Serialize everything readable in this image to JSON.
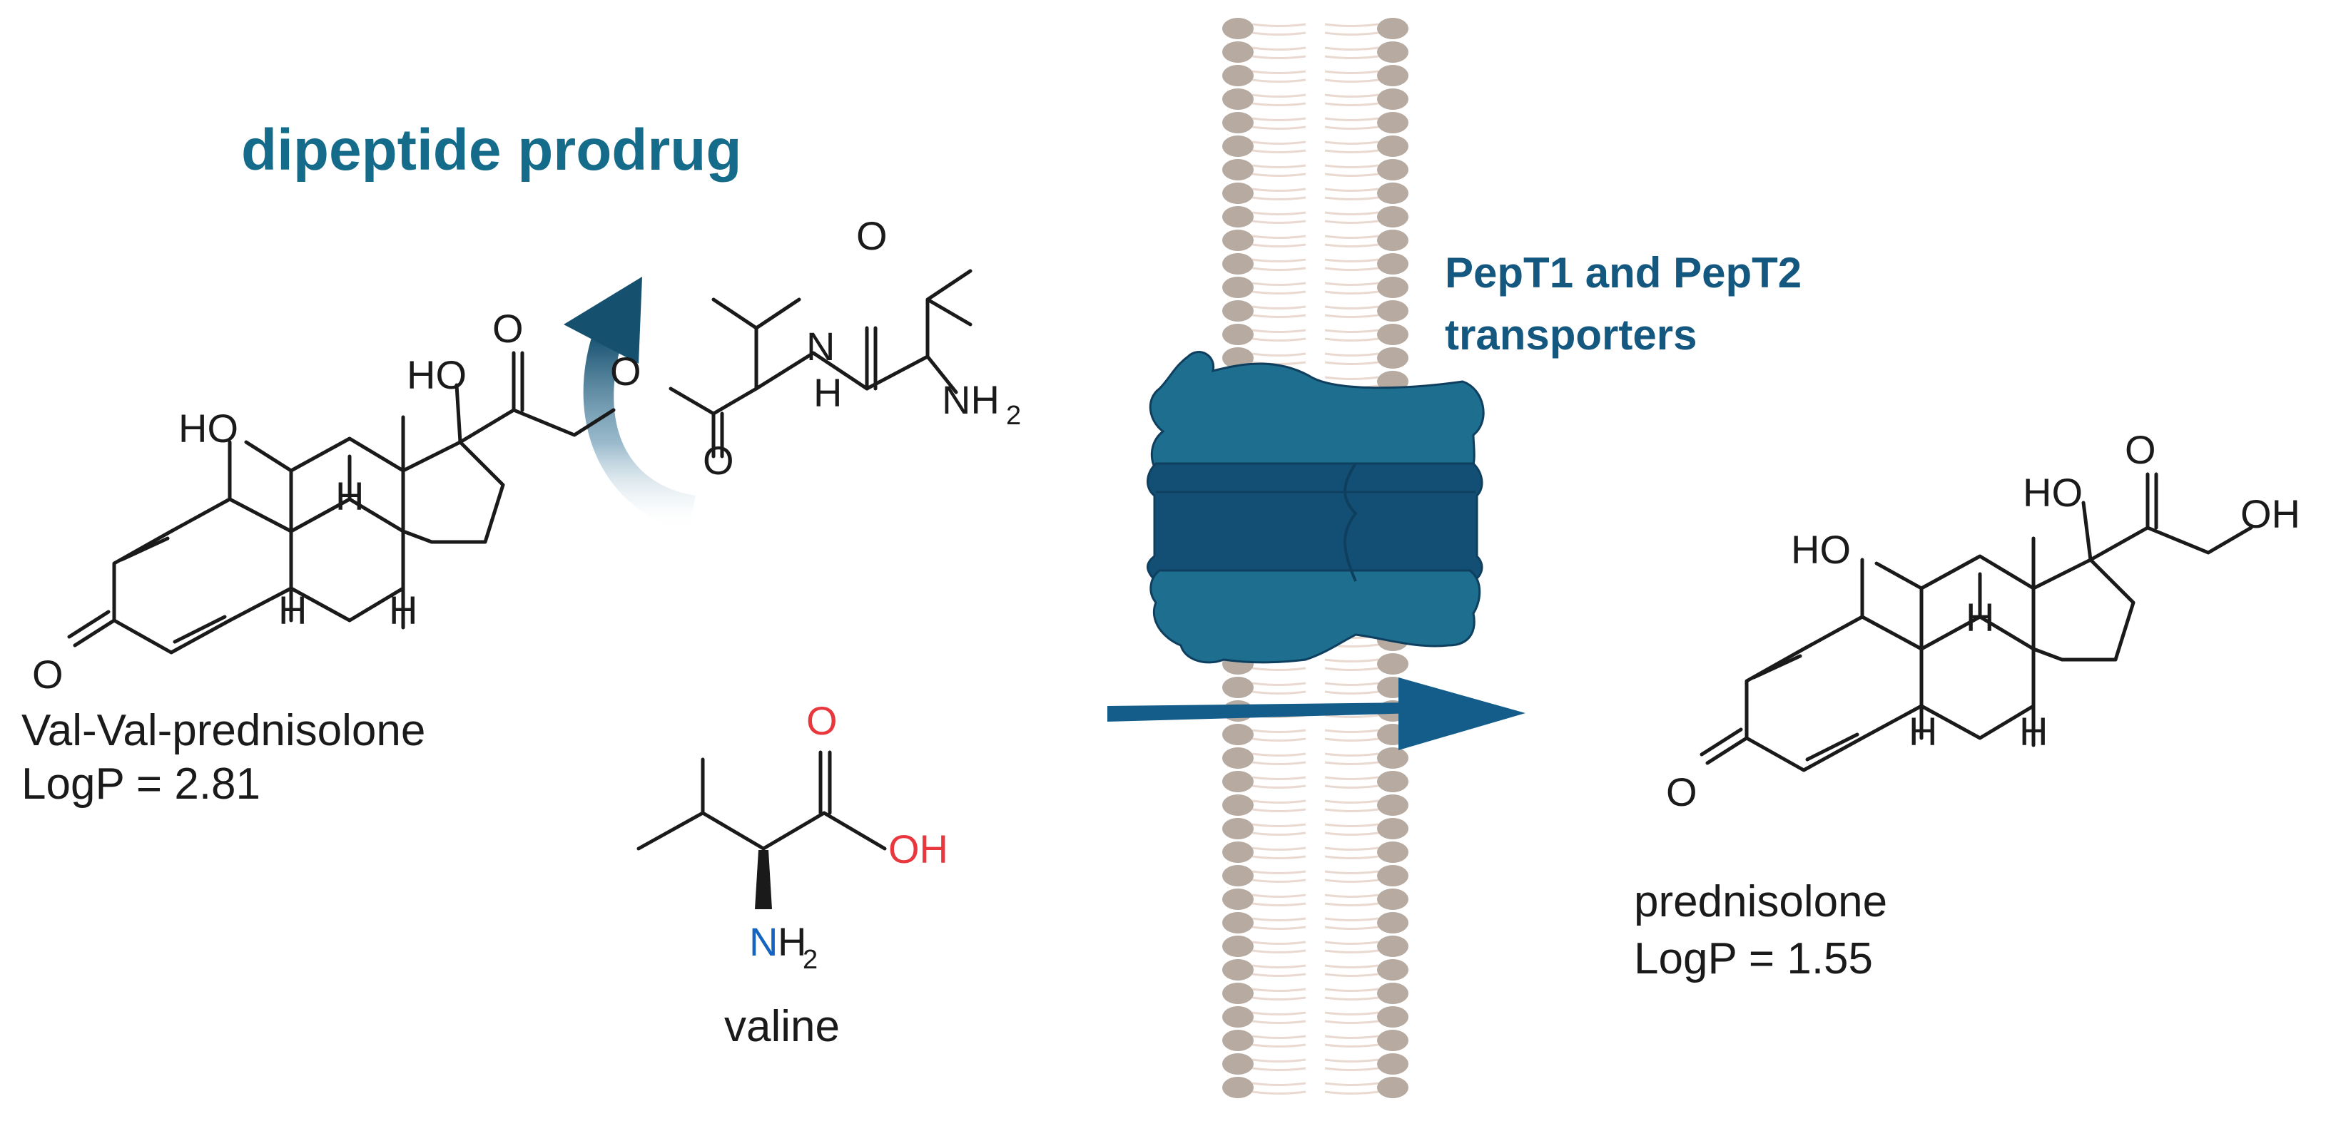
{
  "title": "dipeptide prodrug",
  "transporter_label": {
    "line1": "PepT1 and PepT2",
    "line2": "transporters"
  },
  "prodrug": {
    "name": "Val-Val-prednisolone",
    "logp": "LogP = 2.81"
  },
  "product": {
    "name": "prednisolone",
    "logp": "LogP = 1.55"
  },
  "valine": {
    "name": "valine"
  },
  "atoms": {
    "O": "O",
    "OH": "OH",
    "HO": "HO",
    "H": "H",
    "N": "N",
    "NH": "NH",
    "two": "2"
  },
  "colors": {
    "title": "#156b8a",
    "transporter_text": "#14577f",
    "arrow": "#145d8a",
    "protein_light": "#1d6e8f",
    "protein_dark": "#134f74",
    "membrane_head": "#b6aaa1",
    "membrane_tail": "#ead9d0",
    "oxygen_red": "#e8383d",
    "nitrogen_blue": "#1565c0"
  }
}
